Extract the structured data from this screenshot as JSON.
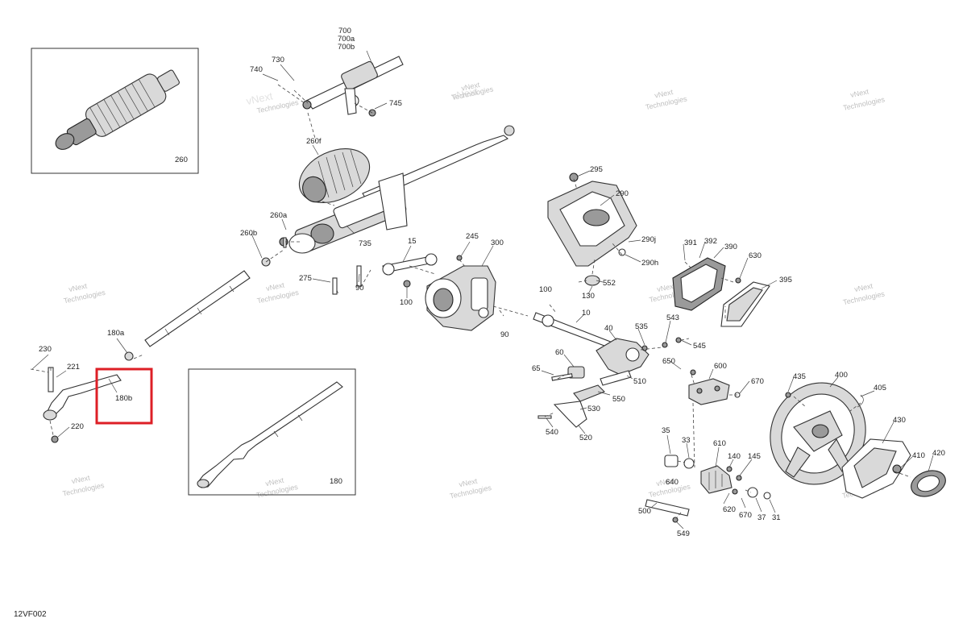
{
  "figure_id": "12VF002",
  "watermark_text": [
    "vNext",
    "Technologies"
  ],
  "highlighted_part": "180b",
  "highlight_color": "#dd1f26",
  "insets": {
    "rack_assembly_label": "260",
    "tie_rod_assembly_label": "180"
  },
  "parts": [
    "700",
    "700a",
    "700b",
    "730",
    "740",
    "745",
    "260f",
    "260a",
    "260b",
    "735",
    "15",
    "245",
    "300",
    "275",
    "90",
    "100",
    "180a",
    "180b",
    "230",
    "221",
    "220",
    "295",
    "290",
    "290j",
    "290h",
    "552",
    "130",
    "10",
    "391",
    "392",
    "390",
    "630",
    "395",
    "543",
    "535",
    "40",
    "545",
    "650",
    "600",
    "670",
    "65",
    "60",
    "510",
    "550",
    "530",
    "540",
    "520",
    "435",
    "400",
    "405",
    "430",
    "410",
    "420",
    "35",
    "33",
    "610",
    "140",
    "145",
    "640",
    "500",
    "620",
    "37",
    "31",
    "549"
  ]
}
